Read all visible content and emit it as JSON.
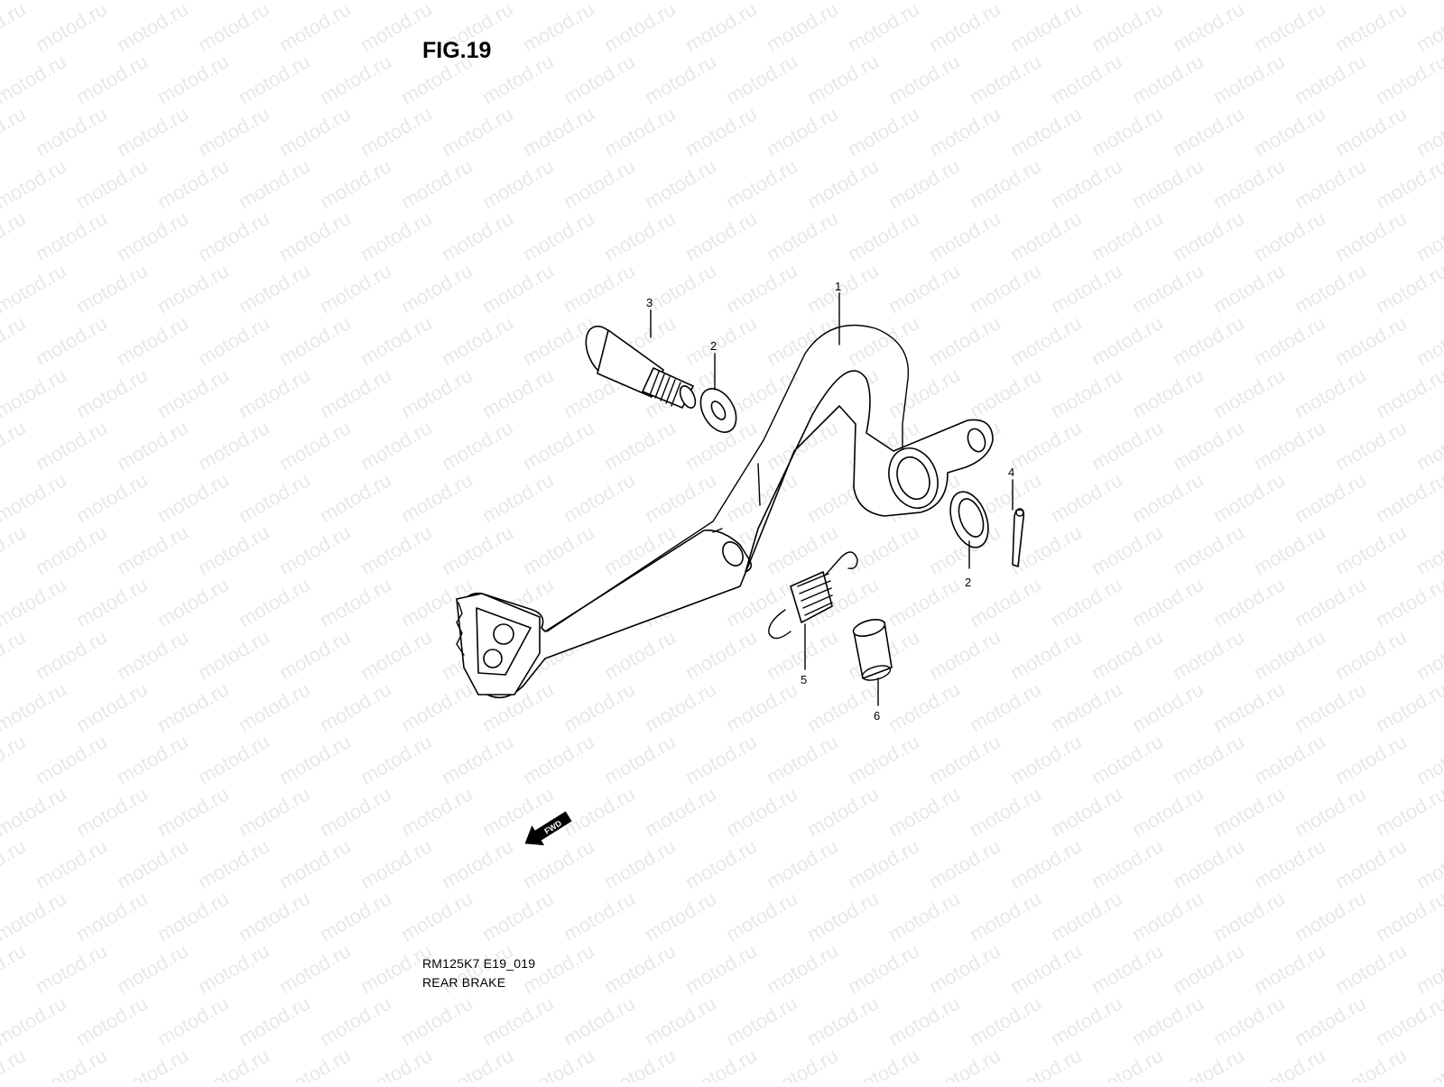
{
  "figure": {
    "title": "FIG.19",
    "drawing_code": "RM125K7 E19_019",
    "drawing_name": "REAR BRAKE"
  },
  "watermark": {
    "text": "motod.ru",
    "color": "#e8e8e8"
  },
  "direction_marker": {
    "label": "FWD",
    "icon": "arrow-left-icon"
  },
  "callouts": [
    {
      "id": "c1",
      "number": "1",
      "part": "brake-pedal"
    },
    {
      "id": "c2a",
      "number": "2",
      "part": "washer-inner"
    },
    {
      "id": "c2b",
      "number": "2",
      "part": "washer-outer"
    },
    {
      "id": "c3",
      "number": "3",
      "part": "pivot-bolt"
    },
    {
      "id": "c4",
      "number": "4",
      "part": "cotter-pin"
    },
    {
      "id": "c5",
      "number": "5",
      "part": "return-spring"
    },
    {
      "id": "c6",
      "number": "6",
      "part": "bushing"
    }
  ]
}
